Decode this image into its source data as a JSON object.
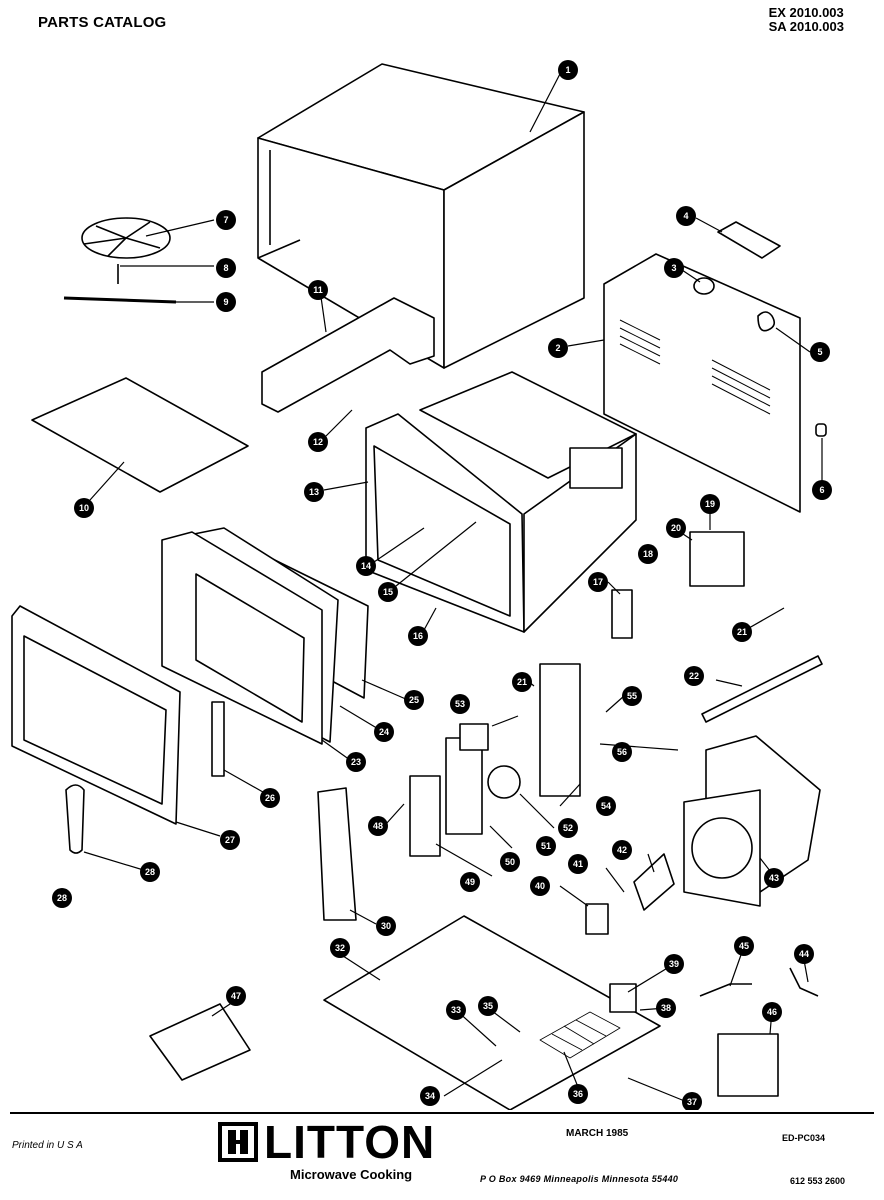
{
  "header": {
    "title": "PARTS CATALOG",
    "model_lines": [
      "EX 2010.003",
      "SA 2010.003"
    ]
  },
  "footer": {
    "printed": "Printed in U S A",
    "brand": "LITTON",
    "brand_sub": "Microwave Cooking",
    "date": "MARCH 1985",
    "doc_number": "ED-PC034",
    "address": "P O  Box 9469  Minneapolis  Minnesota  55440",
    "phone": "612 553 2600"
  },
  "callouts": [
    {
      "id": "c1",
      "label": "1"
    },
    {
      "id": "c2",
      "label": "2"
    },
    {
      "id": "c3",
      "label": "3"
    },
    {
      "id": "c4",
      "label": "4"
    },
    {
      "id": "c5",
      "label": "5"
    },
    {
      "id": "c6",
      "label": "6"
    },
    {
      "id": "c7",
      "label": "7"
    },
    {
      "id": "c8",
      "label": "8"
    },
    {
      "id": "c9",
      "label": "9"
    },
    {
      "id": "c10",
      "label": "10"
    },
    {
      "id": "c11",
      "label": "11"
    },
    {
      "id": "c12",
      "label": "12"
    },
    {
      "id": "c13",
      "label": "13"
    },
    {
      "id": "c14",
      "label": "14"
    },
    {
      "id": "c15",
      "label": "15"
    },
    {
      "id": "c16",
      "label": "16"
    },
    {
      "id": "c17",
      "label": "17"
    },
    {
      "id": "c18",
      "label": "18"
    },
    {
      "id": "c19",
      "label": "19"
    },
    {
      "id": "c20",
      "label": "20"
    },
    {
      "id": "c21a",
      "label": "21"
    },
    {
      "id": "c21b",
      "label": "21"
    },
    {
      "id": "c22",
      "label": "22"
    },
    {
      "id": "c23",
      "label": "23"
    },
    {
      "id": "c24",
      "label": "24"
    },
    {
      "id": "c25",
      "label": "25"
    },
    {
      "id": "c26",
      "label": "26"
    },
    {
      "id": "c27",
      "label": "27"
    },
    {
      "id": "c28a",
      "label": "28"
    },
    {
      "id": "c28b",
      "label": "28"
    },
    {
      "id": "c30",
      "label": "30"
    },
    {
      "id": "c32",
      "label": "32"
    },
    {
      "id": "c33",
      "label": "33"
    },
    {
      "id": "c34",
      "label": "34"
    },
    {
      "id": "c35",
      "label": "35"
    },
    {
      "id": "c36",
      "label": "36"
    },
    {
      "id": "c37",
      "label": "37"
    },
    {
      "id": "c38",
      "label": "38"
    },
    {
      "id": "c39",
      "label": "39"
    },
    {
      "id": "c40",
      "label": "40"
    },
    {
      "id": "c41",
      "label": "41"
    },
    {
      "id": "c42",
      "label": "42"
    },
    {
      "id": "c43",
      "label": "43"
    },
    {
      "id": "c44",
      "label": "44"
    },
    {
      "id": "c45",
      "label": "45"
    },
    {
      "id": "c46",
      "label": "46"
    },
    {
      "id": "c47",
      "label": "47"
    },
    {
      "id": "c48",
      "label": "48"
    },
    {
      "id": "c49",
      "label": "49"
    },
    {
      "id": "c50",
      "label": "50"
    },
    {
      "id": "c51",
      "label": "51"
    },
    {
      "id": "c52",
      "label": "52"
    },
    {
      "id": "c53",
      "label": "53"
    },
    {
      "id": "c54",
      "label": "54"
    },
    {
      "id": "c55",
      "label": "55"
    },
    {
      "id": "c56",
      "label": "56"
    }
  ]
}
